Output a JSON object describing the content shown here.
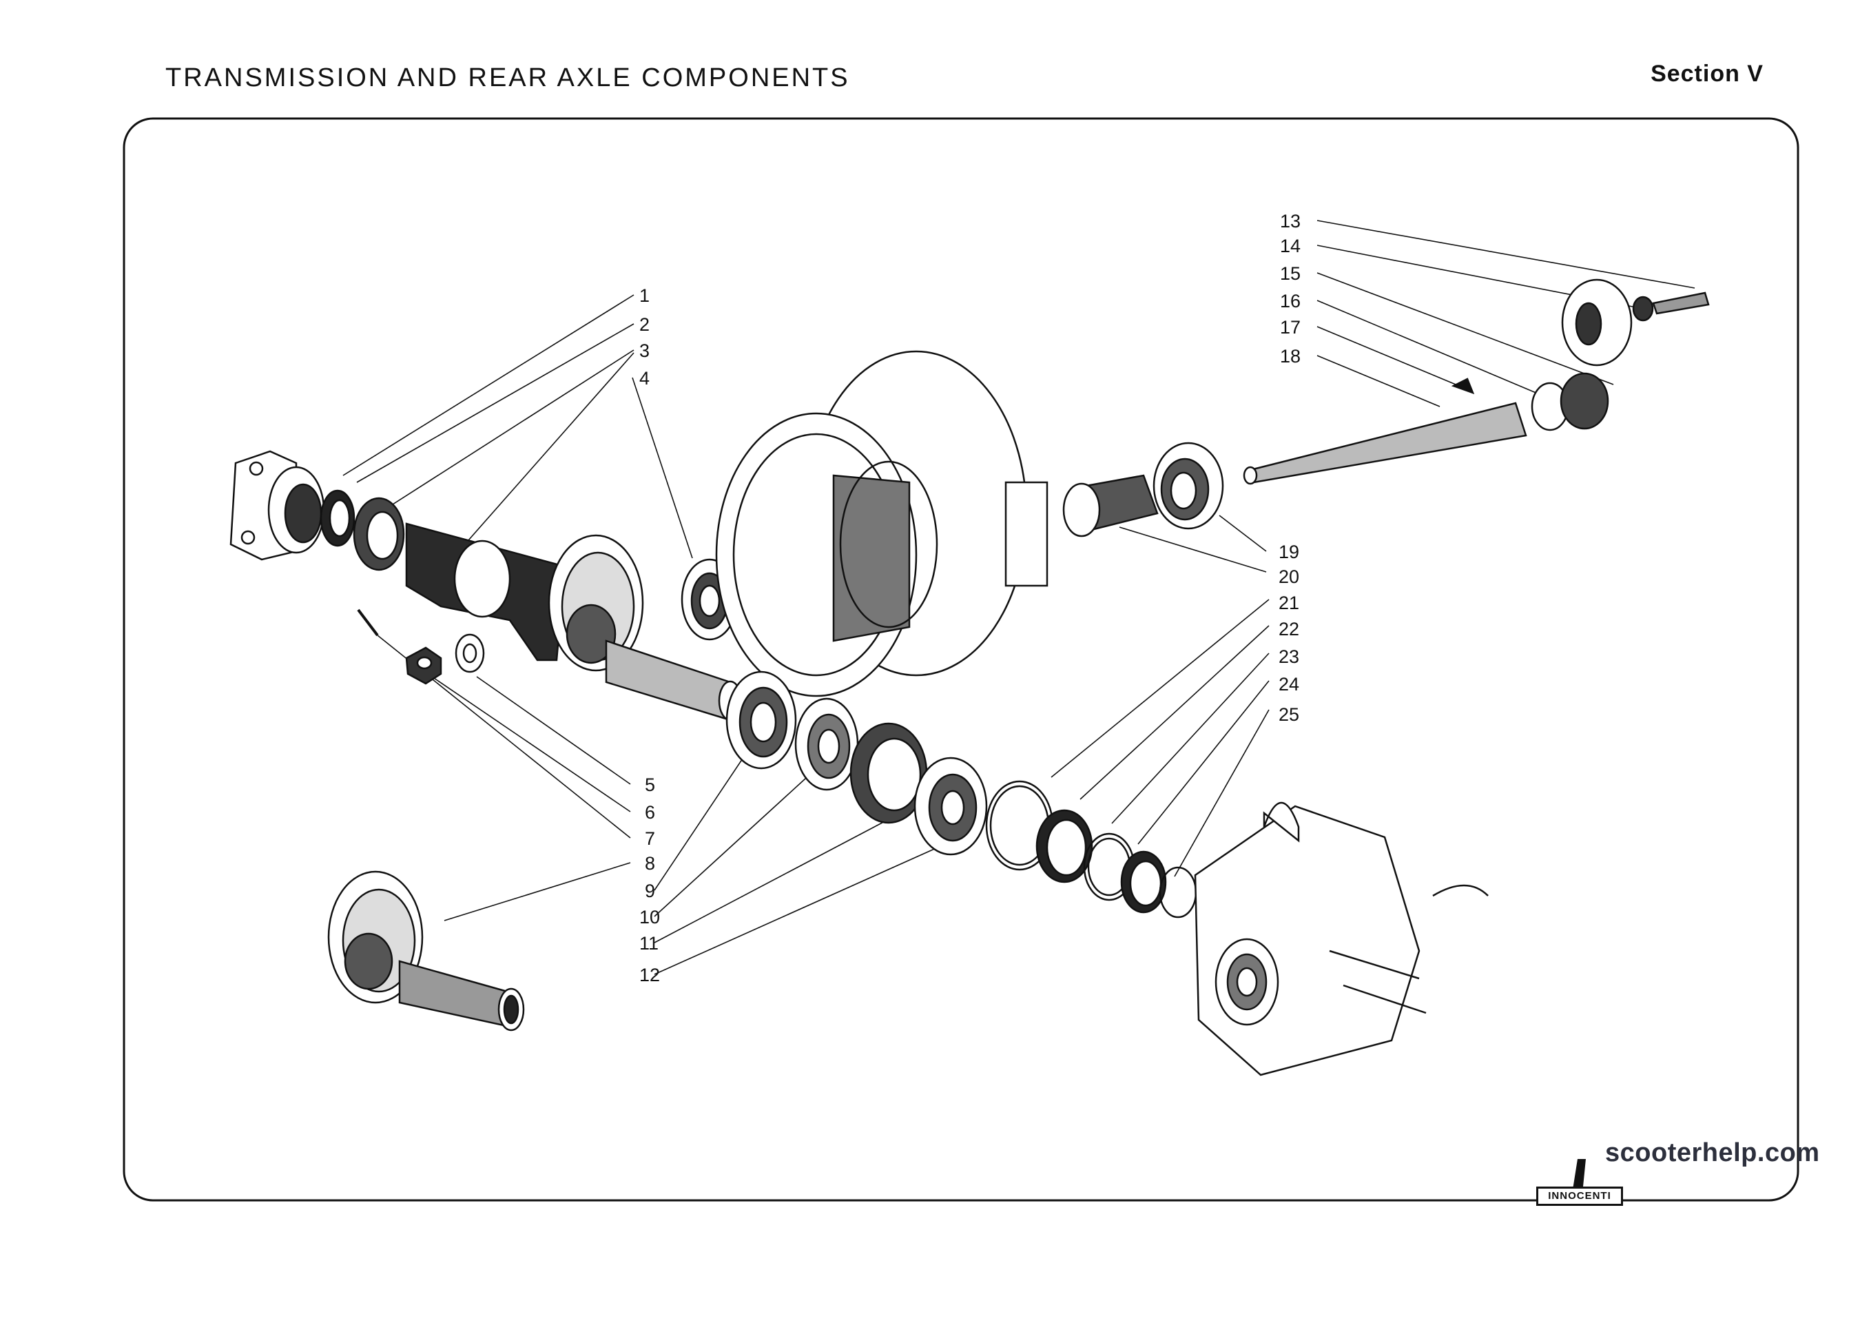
{
  "header": {
    "title": "TRANSMISSION AND REAR AXLE COMPONENTS",
    "section": "Section V"
  },
  "part_labels": [
    "1",
    "2",
    "3",
    "4",
    "5",
    "6",
    "7",
    "8",
    "9",
    "10",
    "11",
    "12",
    "13",
    "14",
    "15",
    "16",
    "17",
    "18",
    "19",
    "20",
    "21",
    "22",
    "23",
    "24",
    "25"
  ],
  "logo": {
    "text": "INNOCENTI"
  },
  "watermark": "scooterhelp.com"
}
